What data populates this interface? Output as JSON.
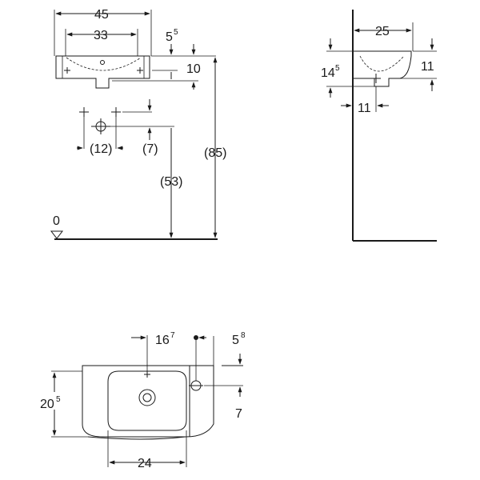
{
  "front_view": {
    "width": "45",
    "tap_spacing": "33",
    "rim_height_main": "5",
    "rim_height_sup": "5",
    "basin_depth": "10",
    "drain_spacing": "(12)",
    "drain_height": "(7)",
    "drain_floor": "(53)",
    "total_height": "(85)",
    "floor_level": "0"
  },
  "side_view": {
    "projection": "25",
    "height_main": "14",
    "height_sup": "5",
    "rim_depth": "11",
    "wall_offset": "11"
  },
  "top_view": {
    "offset_main": "16",
    "offset_sup": "7",
    "edge_main": "5",
    "edge_sup": "8",
    "depth_main": "20",
    "depth_sup": "5",
    "tap_from_front": "7",
    "bowl_width": "24"
  }
}
